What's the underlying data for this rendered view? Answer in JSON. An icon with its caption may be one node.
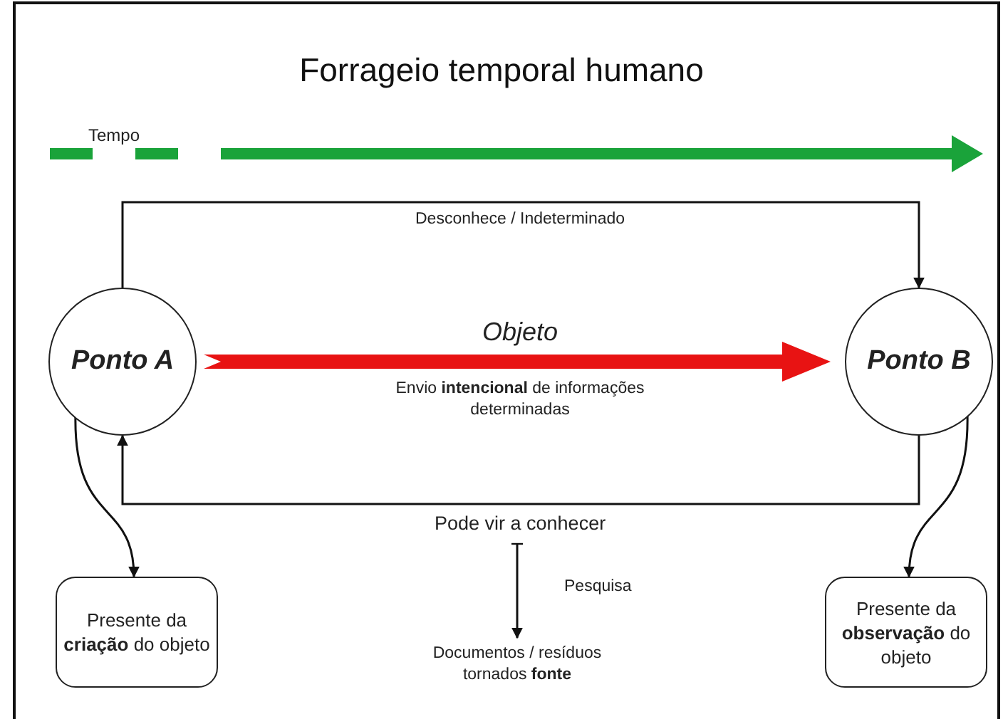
{
  "diagram": {
    "title": "Forrageio temporal humano",
    "nodes": [
      {
        "text": [
          "Ponto A"
        ]
      },
      {
        "text": [
          "Ponto B"
        ]
      },
      {
        "text": [
          "Presente da **criação** do objeto"
        ]
      },
      {
        "text": [
          "Presente da **observação** do objeto"
        ]
      },
      {
        "text": [
          "Documentos / resíduos tornados **fonte**"
        ]
      }
    ],
    "edges": [
      {
        "from": 0,
        "to": 1,
        "arrow": "to",
        "label": "Desconhece / Indeterminado"
      },
      {
        "from": 0,
        "to": 1,
        "arrow": "to",
        "label": "Objeto",
        "style": "thick",
        "color": "#e81313"
      },
      {
        "from": 1,
        "to": 0,
        "arrow": "to",
        "label": "Pode vir a conhecer"
      },
      {
        "from": 0,
        "to": 2,
        "arrow": "to"
      },
      {
        "from": 1,
        "to": 3,
        "arrow": "to"
      },
      {
        "from": null,
        "to": 4,
        "arrow": "to",
        "label": "Pesquisa"
      }
    ],
    "labels": [
      "Tempo",
      "Envio **intencional** de informações determinadas"
    ]
  }
}
